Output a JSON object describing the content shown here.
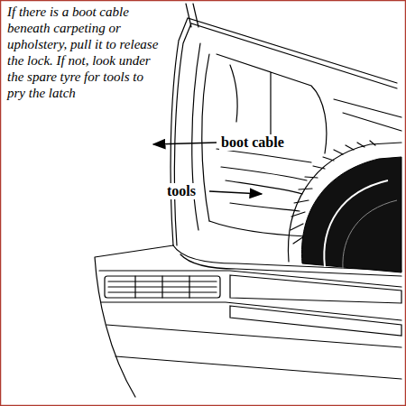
{
  "diagram": {
    "labels": [
      "If there is a boot cable beneath carpeting or upholstery, pull it to release the lock.  If not, look under the spare tyre for tools to pry the latch",
      "boot cable",
      "tools"
    ]
  }
}
